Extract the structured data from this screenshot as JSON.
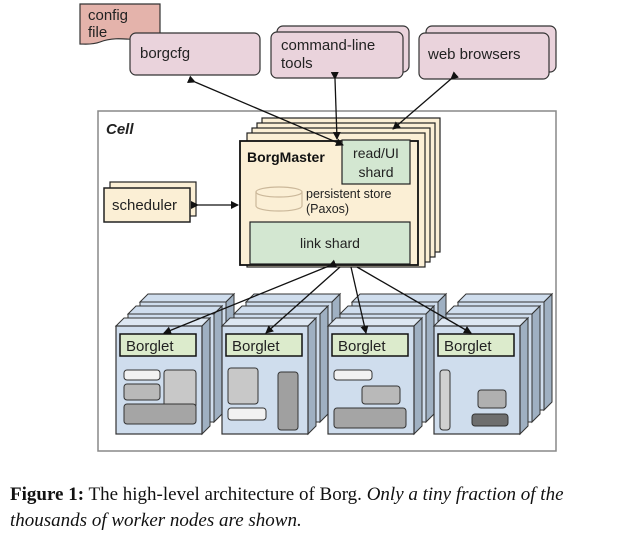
{
  "diagram": {
    "clients": {
      "config_file": "config file",
      "config_file_lines": [
        "config",
        "file"
      ],
      "borgcfg": "borgcfg",
      "command_line_tools_lines": [
        "command-line",
        "tools"
      ],
      "web_browsers": "web browsers"
    },
    "cell": {
      "label": "Cell",
      "scheduler": "scheduler",
      "borgmaster": {
        "title": "BorgMaster",
        "read_ui_shard_lines": [
          "read/UI",
          "shard"
        ],
        "persistent_store_lines": [
          "persistent store",
          "(Paxos)"
        ],
        "link_shard": "link shard"
      },
      "borglets": [
        "Borglet",
        "Borglet",
        "Borglet",
        "Borglet"
      ]
    },
    "colors": {
      "client_fill": "#ead3dc",
      "config_fill": "#e4b3ab",
      "master_fill": "#fbefd5",
      "shard_fill": "#d3e7d1",
      "borglet_fill": "#cfdded",
      "borglet_side": "#9fb0c2",
      "borglet_label_fill": "#dcebcc",
      "cell_border": "#888888"
    }
  },
  "caption": {
    "label": "Figure 1:",
    "text": " The high-level architecture of Borg. ",
    "italic": "Only a tiny fraction of the thousands of worker nodes are shown."
  }
}
